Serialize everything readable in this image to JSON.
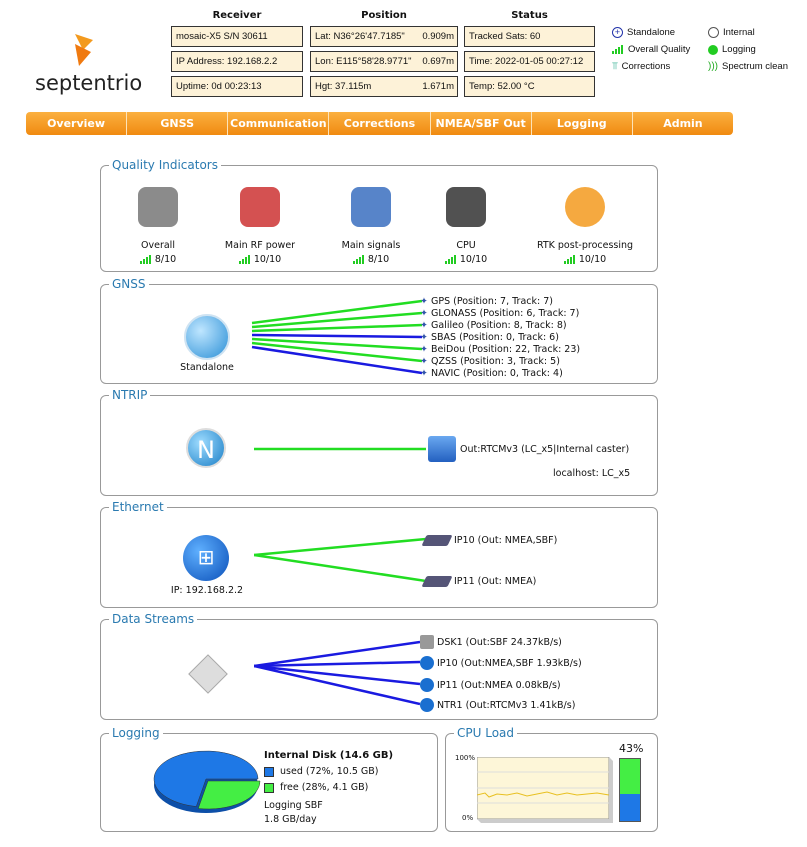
{
  "brand": "septentrio",
  "header": {
    "columns": [
      "Receiver",
      "Position",
      "Status"
    ],
    "receiver": [
      "mosaic-X5 S/N 30611",
      "IP Address: 192.168.2.2",
      "Uptime: 0d 00:23:13"
    ],
    "position": {
      "lat": "Lat: N36°26'47.7185\"",
      "lat_err": "0.909m",
      "lon": "Lon: E115°58'28.9771\"",
      "lon_err": "0.697m",
      "hgt": "Hgt: 37.115m",
      "hgt_err": "1.671m"
    },
    "status": [
      "Tracked Sats: 60",
      "Time: 2022-01-05 00:27:12",
      "Temp: 52.00 °C"
    ]
  },
  "legend": [
    "Standalone",
    "Internal",
    "Overall Quality",
    "Logging",
    "Corrections",
    "Spectrum clean"
  ],
  "nav": [
    "Overview",
    "GNSS",
    "Communication",
    "Corrections",
    "NMEA/SBF Out",
    "Logging",
    "Admin"
  ],
  "quality": {
    "title": "Quality Indicators",
    "items": [
      {
        "label": "Overall",
        "value": "8/10"
      },
      {
        "label": "Main RF power",
        "value": "10/10"
      },
      {
        "label": "Main signals",
        "value": "8/10"
      },
      {
        "label": "CPU",
        "value": "10/10"
      },
      {
        "label": "RTK post-processing",
        "value": "10/10"
      }
    ]
  },
  "gnss": {
    "title": "GNSS",
    "mode": "Standalone",
    "constellations": [
      {
        "text": "GPS (Position: 7, Track: 7)",
        "color": "#22dd22"
      },
      {
        "text": "GLONASS (Position: 6, Track: 7)",
        "color": "#22dd22"
      },
      {
        "text": "Galileo (Position: 8, Track: 8)",
        "color": "#22dd22"
      },
      {
        "text": "SBAS (Position: 0, Track: 6)",
        "color": "#1a1ae0"
      },
      {
        "text": "BeiDou (Position: 22, Track: 23)",
        "color": "#22dd22"
      },
      {
        "text": "QZSS (Position: 3, Track: 5)",
        "color": "#22dd22"
      },
      {
        "text": "NAVIC (Position: 0, Track: 4)",
        "color": "#1a1ae0"
      }
    ]
  },
  "ntrip": {
    "title": "NTRIP",
    "out": "Out:RTCMv3 (LC_x5|Internal caster)",
    "host": "localhost: LC_x5"
  },
  "ethernet": {
    "title": "Ethernet",
    "ip": "IP: 192.168.2.2",
    "ports": [
      "IP10 (Out: NMEA,SBF)",
      "IP11 (Out: NMEA)"
    ]
  },
  "streams": {
    "title": "Data Streams",
    "items": [
      "DSK1 (Out:SBF 24.37kB/s)",
      "IP10 (Out:NMEA,SBF 1.93kB/s)",
      "IP11 (Out:NMEA 0.08kB/s)",
      "NTR1 (Out:RTCMv3 1.41kB/s)"
    ]
  },
  "logging": {
    "title": "Logging",
    "disk": "Internal Disk (14.6 GB)",
    "used": "used (72%, 10.5 GB)",
    "free": "free (28%, 4.1 GB)",
    "used_pct": 72,
    "rate_label": "Logging SBF",
    "rate": "1.8 GB/day",
    "used_color": "#1e78e6",
    "free_color": "#44ee44"
  },
  "cpu": {
    "title": "CPU Load",
    "value": "43%",
    "pct": 43,
    "y_max": "100%",
    "y_min": "0%"
  }
}
